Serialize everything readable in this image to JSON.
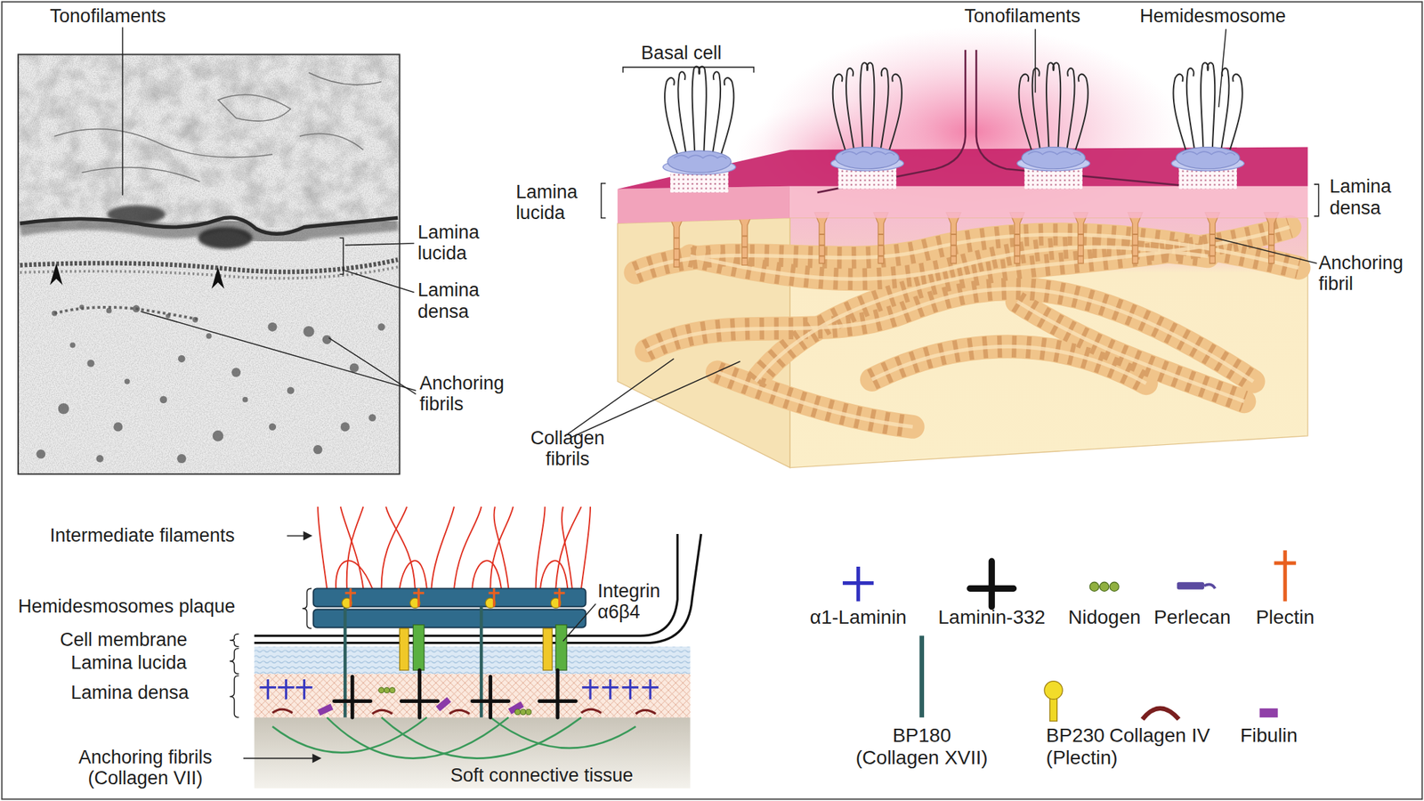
{
  "diagram": {
    "labels": [
      "Tonofilaments",
      "Lamina lucida",
      "Lamina densa",
      "Anchoring fibrils",
      "Basal cell",
      "Tonofilaments",
      "Hemidesmosome",
      "Lamina lucida",
      "Lamina densa",
      "Anchoring fibril",
      "Collagen fibrils",
      "Intermediate filaments",
      "Hemidesmosomes plaque",
      "Integrin α6β4",
      "Cell membrane",
      "Lamina lucida",
      "Lamina densa",
      "Anchoring fibrils (Collagen VII)",
      "Soft connective tissue"
    ],
    "legend": [
      {
        "text": "α1-Laminin"
      },
      {
        "text": "Laminin-332"
      },
      {
        "text": "Nidogen"
      },
      {
        "text": "Perlecan"
      },
      {
        "text": "Plectin"
      },
      {
        "text": "BP180 (Collagen XVII)"
      },
      {
        "text": "BP230 (Plectin)"
      },
      {
        "text": "Collagen IV"
      },
      {
        "text": "Fibulin"
      }
    ]
  }
}
